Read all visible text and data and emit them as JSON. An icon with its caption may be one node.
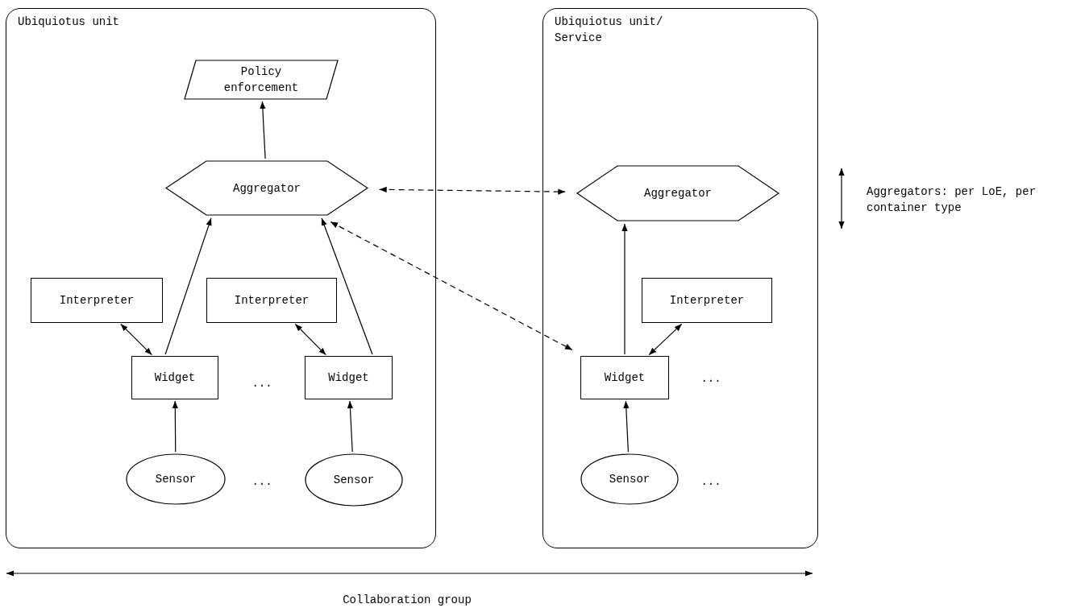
{
  "diagram": {
    "nodes": [
      {
        "text": [
          "Ubiquiotus unit"
        ]
      },
      {
        "text": [
          "Policy enforcement"
        ],
        "in": 0
      },
      {
        "text": [
          "Aggregator"
        ],
        "in": 0
      },
      {
        "text": [
          "Interpreter"
        ],
        "in": 0
      },
      {
        "text": [
          "Interpreter"
        ],
        "in": 0
      },
      {
        "text": [
          "Widget"
        ],
        "in": 0
      },
      {
        "text": [
          "Widget"
        ],
        "in": 0
      },
      {
        "text": [
          "Sensor"
        ],
        "in": 0
      },
      {
        "text": [
          "Sensor"
        ],
        "in": 0
      },
      {
        "text": [
          "Ubiquiotus unit/ Service"
        ]
      },
      {
        "text": [
          "Aggregator"
        ],
        "in": 9
      },
      {
        "text": [
          "Interpreter"
        ],
        "in": 9
      },
      {
        "text": [
          "Widget"
        ],
        "in": 9
      },
      {
        "text": [
          "Sensor"
        ],
        "in": 9
      }
    ],
    "edges": [
      {
        "from": 2,
        "to": 1,
        "arrow": "to"
      },
      {
        "from": 5,
        "to": 2,
        "arrow": "to"
      },
      {
        "from": 6,
        "to": 2,
        "arrow": "to"
      },
      {
        "from": 3,
        "to": 5,
        "arrow": "both"
      },
      {
        "from": 4,
        "to": 6,
        "arrow": "both"
      },
      {
        "from": 7,
        "to": 5,
        "arrow": "to"
      },
      {
        "from": 8,
        "to": 6,
        "arrow": "to"
      },
      {
        "from": 2,
        "to": 10,
        "arrow": "both",
        "style": "dashed"
      },
      {
        "from": 2,
        "to": 12,
        "arrow": "both",
        "style": "dashed"
      },
      {
        "from": 12,
        "to": 10,
        "arrow": "to"
      },
      {
        "from": 11,
        "to": 12,
        "arrow": "both"
      },
      {
        "from": 13,
        "to": 12,
        "arrow": "to"
      }
    ],
    "labels": [
      "Aggregators: per LoE, per container type",
      "...",
      "...",
      "...",
      "...",
      "Collaboration group"
    ]
  }
}
